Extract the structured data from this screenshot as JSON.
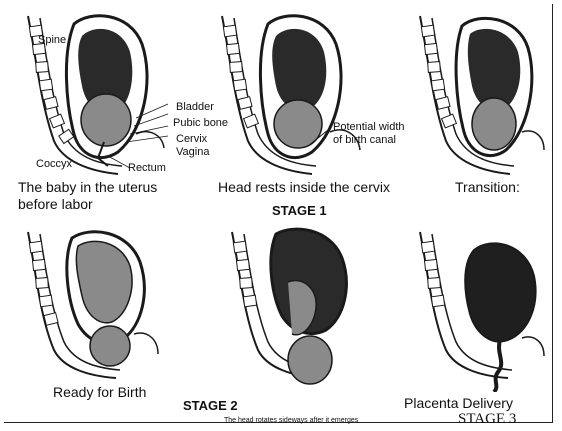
{
  "colors": {
    "ink": "#1a1a1a",
    "baby": "#8a8a8a",
    "dark": "#2a2a2a",
    "bone": "#ffffff"
  },
  "panels": [
    {
      "caption": "The baby in the uterus before labor",
      "labels": {
        "spine": "Spine",
        "bladder": "Bladder",
        "pubic_bone": "Pubic bone",
        "cervix": "Cervix",
        "vagina": "Vagina",
        "coccyx": "Coccyx",
        "rectum": "Rectum"
      }
    },
    {
      "caption": "Head rests inside the cervix",
      "labels": {
        "potential": "Potential width of birth canal"
      }
    },
    {
      "caption": "Transition:"
    },
    {
      "caption": "Ready for Birth"
    },
    {
      "caption": ""
    },
    {
      "caption": "Placenta Delivery"
    }
  ],
  "stages": {
    "stage1": "STAGE 1",
    "stage2": "STAGE 2",
    "stage3": "STAGE 3"
  },
  "note": "The head rotates sideways after it emerges"
}
